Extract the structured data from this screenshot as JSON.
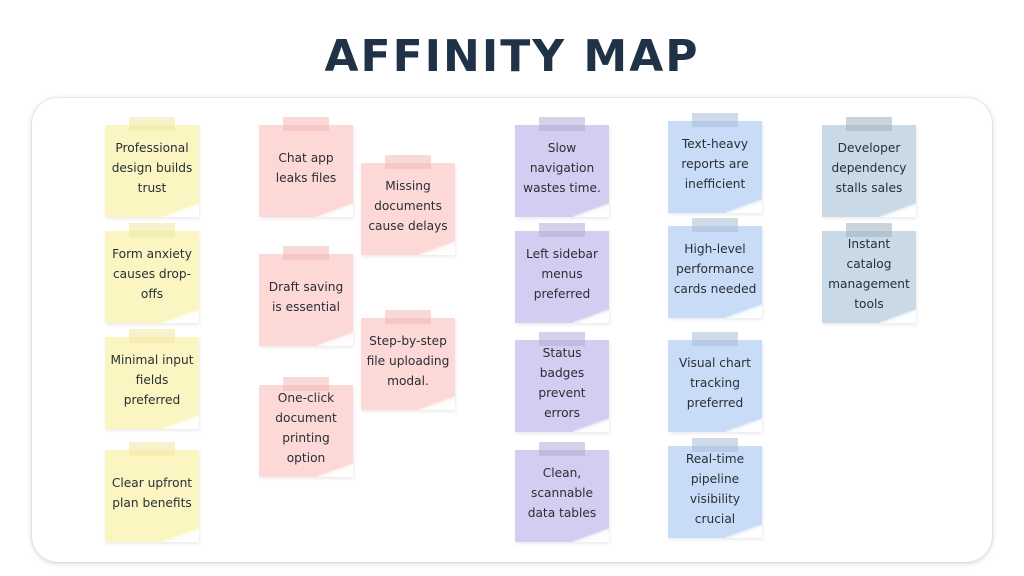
{
  "title": "AFFINITY MAP",
  "notes": {
    "n1": "Professional design builds trust",
    "n2": "Form anxiety causes drop-offs",
    "n3": "Minimal input fields preferred",
    "n4": "Clear upfront plan benefits",
    "n5": "Chat app leaks files",
    "n6": "Missing documents cause delays",
    "n7": "Draft saving is essential",
    "n8": "Step-by-step file uploading modal.",
    "n9": "One-click document printing option",
    "n10": "Slow navigation wastes time.",
    "n11": "Left sidebar menus preferred",
    "n12": "Status badges prevent errors",
    "n13": "Clean, scannable data tables",
    "n14": "Text-heavy reports are inefficient",
    "n15": "High-level performance cards needed",
    "n16": "Visual chart tracking preferred",
    "n17": "Real-time pipeline visibility crucial",
    "n18": "Developer dependency stalls sales",
    "n19": "Instant catalog management tools"
  },
  "colors": {
    "yellow": "#fbf5c2",
    "pink": "#fcd8d6",
    "purple": "#d4ccf1",
    "blue": "#c8dcf8",
    "slate": "#c9d9e6",
    "title": "#1f3246"
  }
}
